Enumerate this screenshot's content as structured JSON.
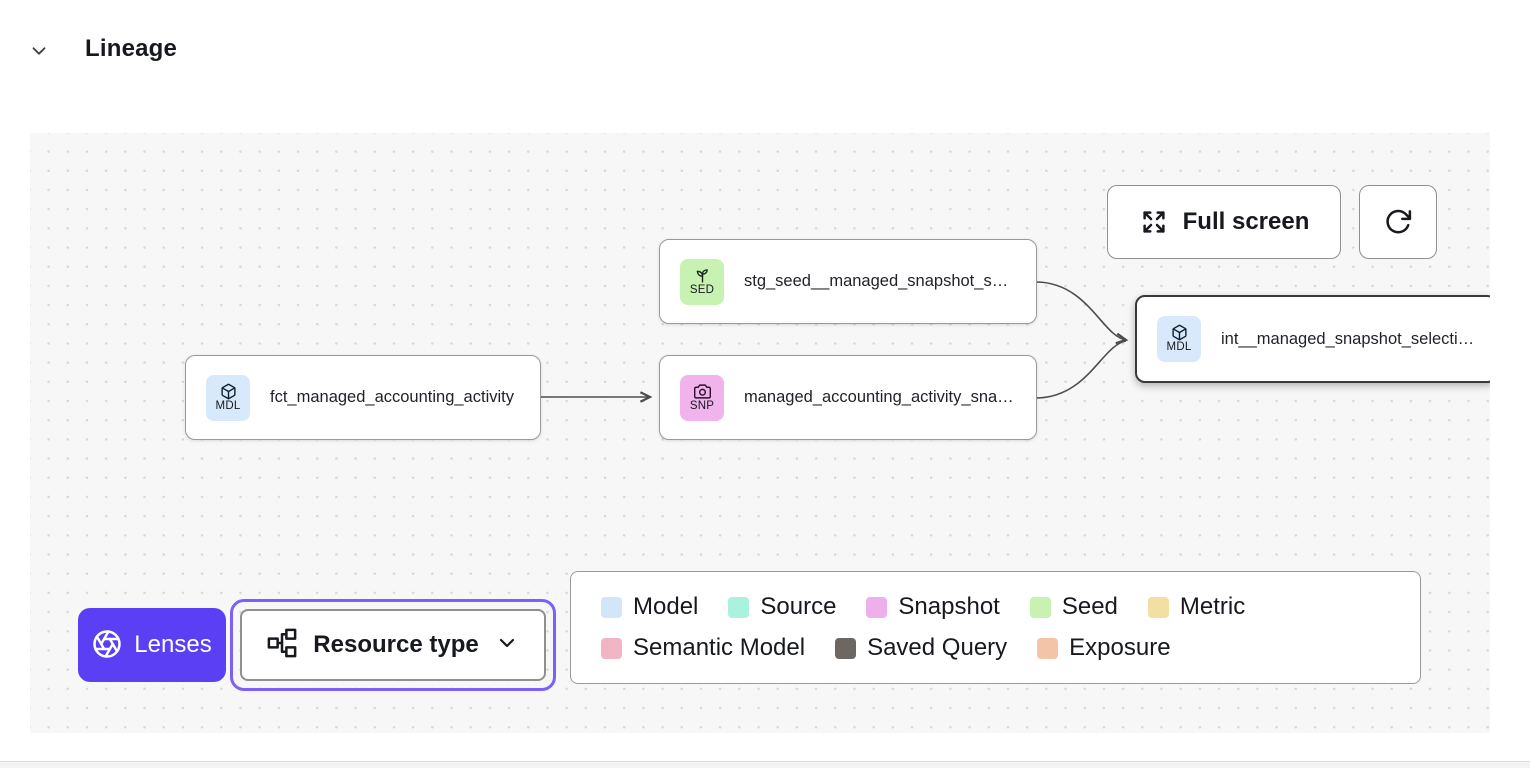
{
  "header": {
    "title": "Lineage",
    "collapse_icon": "chevron-down-icon"
  },
  "toolbar": {
    "full_screen_label": "Full screen",
    "full_screen_icon": "expand-icon",
    "refresh_icon": "refresh-icon"
  },
  "nodes": [
    {
      "id": "seed",
      "badge": "SED",
      "icon": "sprout-icon",
      "badge_color": "#c7f2b2",
      "label": "stg_seed__managed_snapshot_selecti...",
      "selected": false
    },
    {
      "id": "fct",
      "badge": "MDL",
      "icon": "cube-icon",
      "badge_color": "#d7e9fa",
      "label": "fct_managed_accounting_activity",
      "selected": false
    },
    {
      "id": "snp",
      "badge": "SNP",
      "icon": "camera-icon",
      "badge_color": "#f0b3ec",
      "label": "managed_accounting_activity_snapshot",
      "selected": false
    },
    {
      "id": "int",
      "badge": "MDL",
      "icon": "cube-icon",
      "badge_color": "#d7e9fa",
      "label": "int__managed_snapshot_selection",
      "selected": true
    }
  ],
  "lenses": {
    "label": "Lenses",
    "icon": "aperture-icon",
    "accent_color": "#5b3ff5"
  },
  "resource_type": {
    "label": "Resource type",
    "icon": "graph-nodes-icon",
    "chevron": "chevron-down-icon",
    "focus_ring_color": "#7d5ffb"
  },
  "legend": {
    "items": [
      {
        "label": "Model",
        "color": "#d3e5f8"
      },
      {
        "label": "Source",
        "color": "#a9f2de"
      },
      {
        "label": "Snapshot",
        "color": "#eeb0ec"
      },
      {
        "label": "Seed",
        "color": "#c7f2b2"
      },
      {
        "label": "Metric",
        "color": "#f3dfa1"
      },
      {
        "label": "Semantic Model",
        "color": "#f1b5c3"
      },
      {
        "label": "Saved Query",
        "color": "#6c6763"
      },
      {
        "label": "Exposure",
        "color": "#f4c4a8"
      }
    ]
  }
}
